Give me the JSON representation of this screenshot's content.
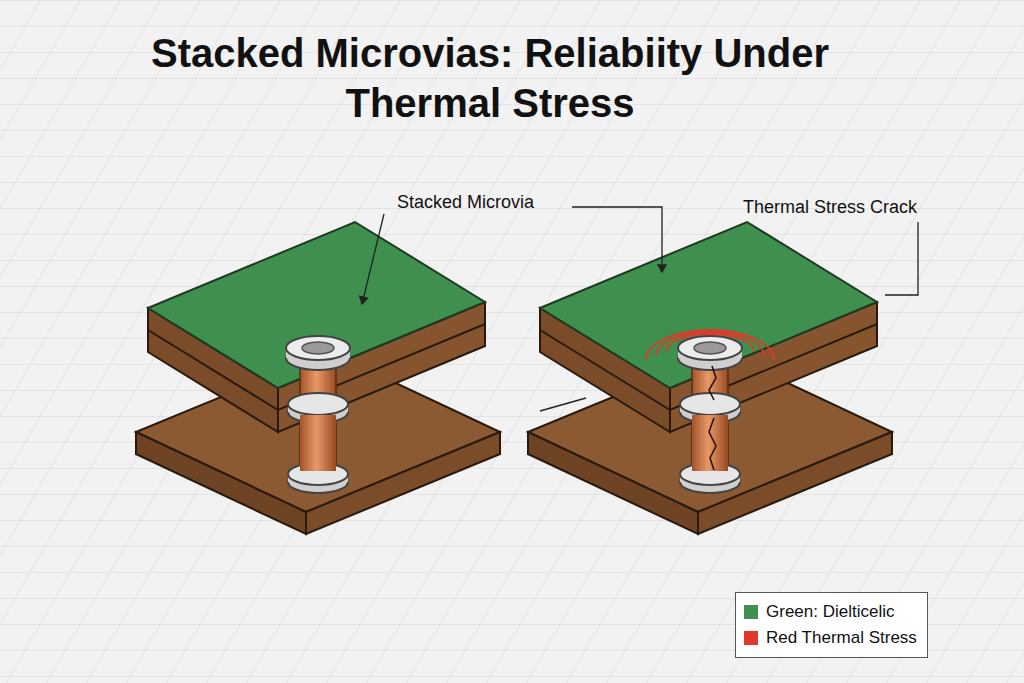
{
  "diagram": {
    "title": "Stacked Microvias: Reliabiity Under Thermal Stress",
    "labels": [
      "Stacked Microvia",
      "Thermal Stress Crack"
    ],
    "legend": [
      {
        "text": "Green: Dielticelic",
        "color": "#3f8f4f"
      },
      {
        "text": "Red Thermal Stress",
        "color": "#e0392b"
      }
    ]
  }
}
